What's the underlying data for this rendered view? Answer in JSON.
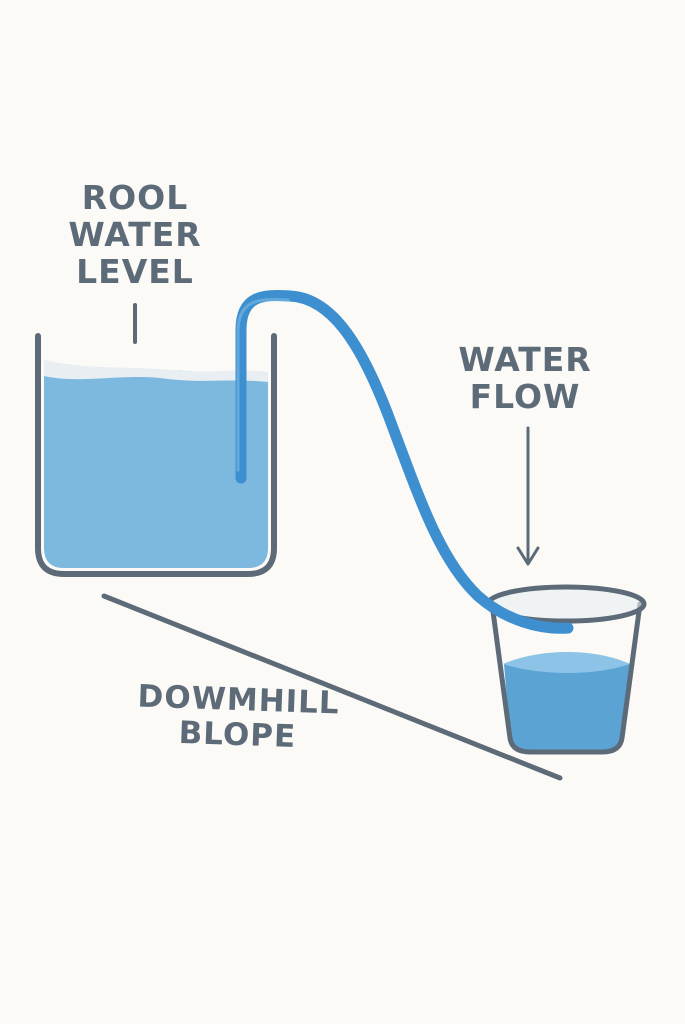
{
  "labels": {
    "pool_water_level": [
      "ROOL",
      "WATER",
      "LEVEL"
    ],
    "water_flow": [
      "WATER",
      "FLOW"
    ],
    "downhill_slope": [
      "DOWMHILL",
      "BLOPE"
    ]
  },
  "colors": {
    "background": "#fbfaf6",
    "outline": "#5d6b78",
    "water": "#7db8df",
    "water_dark": "#5aa3d3",
    "hose": "#3d8fcf",
    "label_text": "#5d6b78"
  }
}
